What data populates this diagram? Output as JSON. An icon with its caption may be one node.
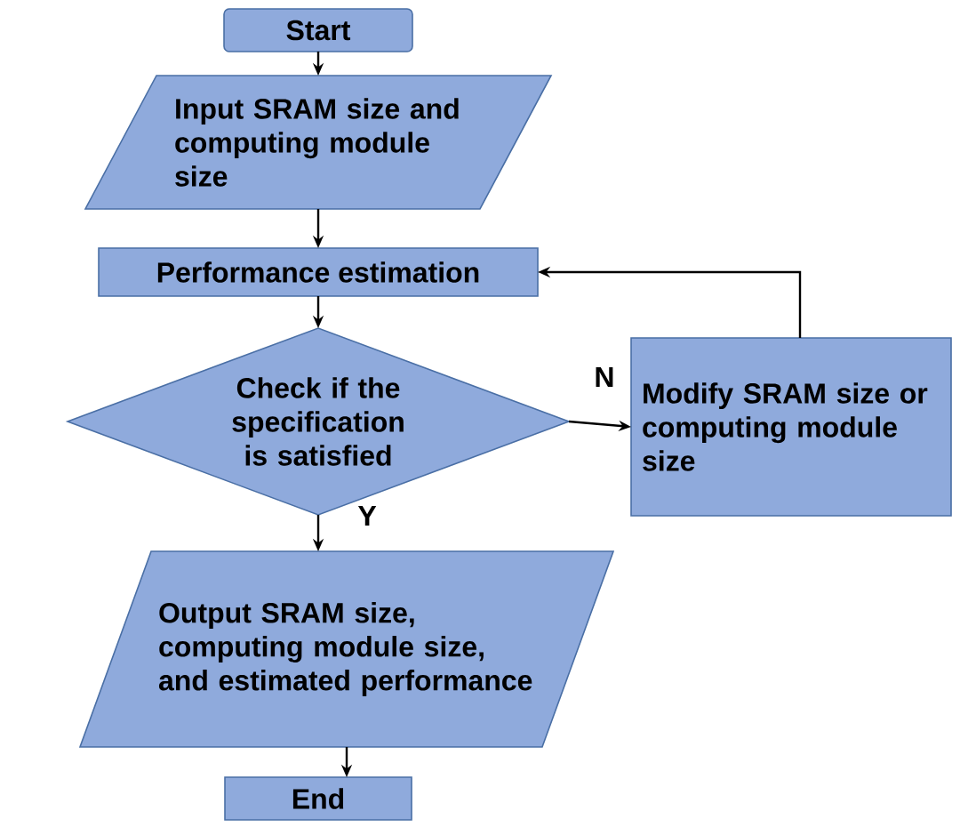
{
  "diagram": {
    "nodes": [
      {
        "text": [
          "Start"
        ]
      },
      {
        "text": [
          "Input SRAM size and computing module size"
        ]
      },
      {
        "text": [
          "Performance estimation"
        ]
      },
      {
        "text": [
          "Check if the specification is satisfied"
        ]
      },
      {
        "text": [
          "Modify SRAM size or computing module size"
        ]
      },
      {
        "text": [
          "Output SRAM size, computing module size, and estimated performance"
        ]
      },
      {
        "text": [
          "End"
        ]
      }
    ],
    "edges": [
      {
        "from": 0,
        "to": 1,
        "arrow": "to"
      },
      {
        "from": 1,
        "to": 2,
        "arrow": "to"
      },
      {
        "from": 2,
        "to": 3,
        "arrow": "to"
      },
      {
        "from": 3,
        "to": 4,
        "arrow": "to",
        "label": "N"
      },
      {
        "from": 4,
        "to": 2,
        "arrow": "to"
      },
      {
        "from": 3,
        "to": 5,
        "arrow": "to",
        "label": "Y"
      },
      {
        "from": 5,
        "to": 6,
        "arrow": "to"
      }
    ]
  }
}
